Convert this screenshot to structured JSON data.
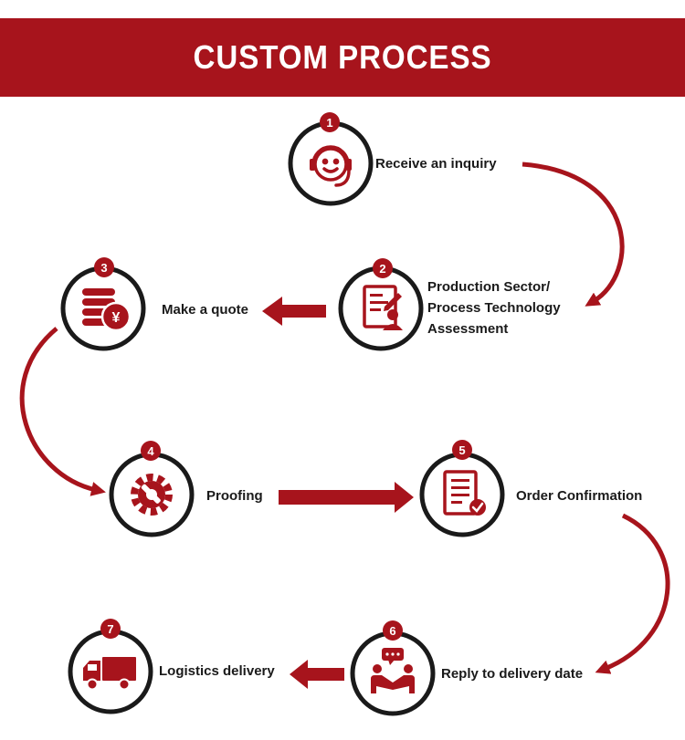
{
  "header": {
    "title": "CUSTOM PROCESS"
  },
  "colors": {
    "accent": "#a7141c",
    "ring": "#1a1a1a",
    "text": "#1a1a1a"
  },
  "steps": [
    {
      "number": "1",
      "icon": "headset-smiley-icon",
      "label": "Receive an inquiry"
    },
    {
      "number": "2",
      "icon": "assessment-document-icon",
      "label_lines": [
        "Production Sector/",
        "Process Technology",
        "Assessment"
      ]
    },
    {
      "number": "3",
      "icon": "yen-coins-icon",
      "label": "Make a quote"
    },
    {
      "number": "4",
      "icon": "gear-wrench-icon",
      "label": "Proofing"
    },
    {
      "number": "5",
      "icon": "checklist-icon",
      "label": "Order Confirmation"
    },
    {
      "number": "6",
      "icon": "handshake-chat-icon",
      "label": "Reply to delivery date"
    },
    {
      "number": "7",
      "icon": "delivery-truck-icon",
      "label": "Logistics delivery"
    }
  ]
}
